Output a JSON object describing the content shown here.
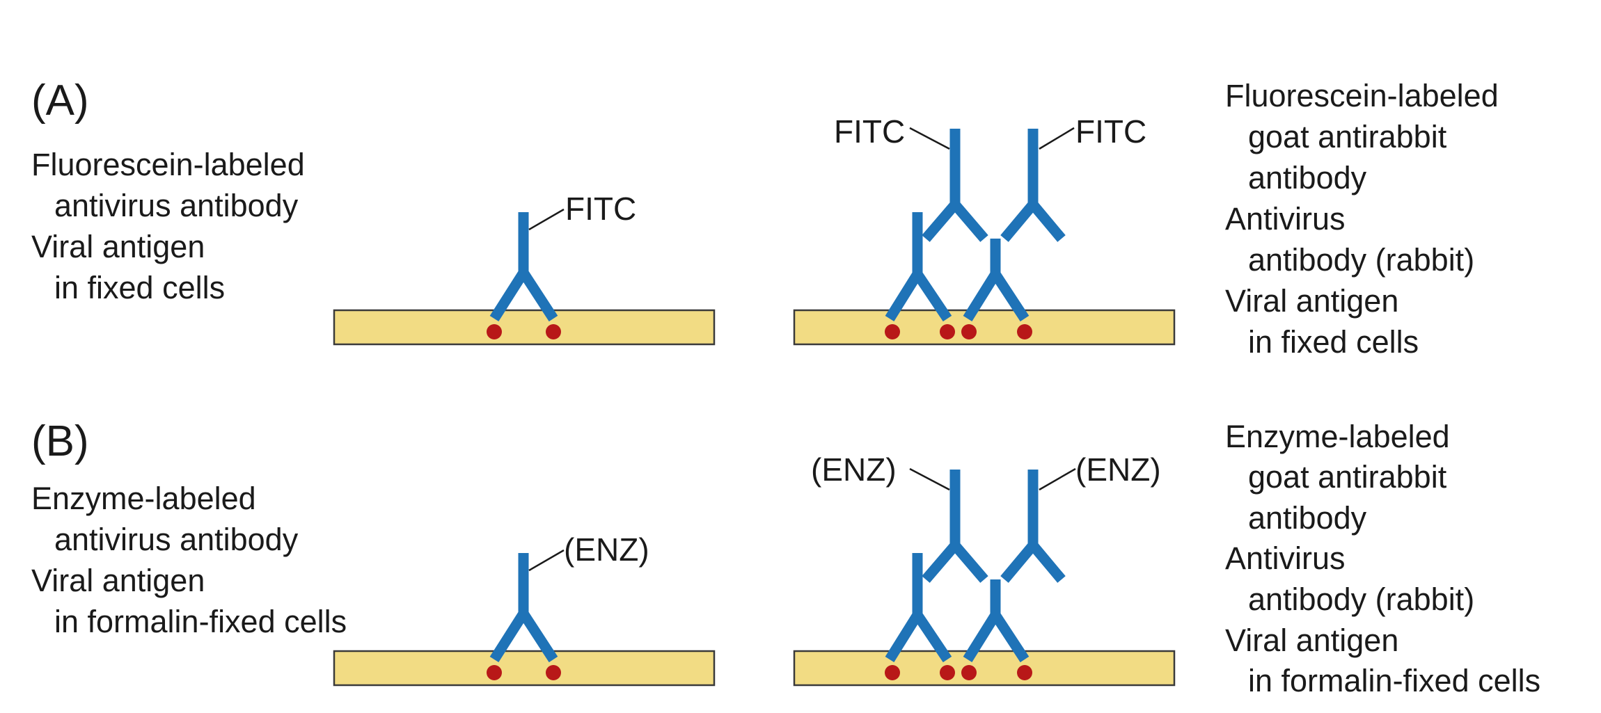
{
  "panel_a": {
    "letter": "(A)",
    "direct": {
      "labels": [
        "Fluorescein-labeled",
        "antivirus antibody",
        "Viral antigen",
        "in fixed cells"
      ],
      "tag": "FITC"
    },
    "indirect": {
      "labels": [
        "Fluorescein-labeled",
        "goat antirabbit",
        "antibody",
        "Antivirus",
        "antibody (rabbit)",
        "Viral antigen",
        "in fixed cells"
      ],
      "tag_left": "FITC",
      "tag_right": "FITC"
    }
  },
  "panel_b": {
    "letter": "(B)",
    "direct": {
      "labels": [
        "Enzyme-labeled",
        "antivirus antibody",
        "Viral antigen",
        "in formalin-fixed cells"
      ],
      "tag": "(ENZ)"
    },
    "indirect": {
      "labels": [
        "Enzyme-labeled",
        "goat antirabbit",
        "antibody",
        "Antivirus",
        "antibody (rabbit)",
        "Viral antigen",
        "in formalin-fixed cells"
      ],
      "tag_left": "(ENZ)",
      "tag_right": "(ENZ)"
    }
  },
  "colors": {
    "antibody": "#1f73b7",
    "slide": "#f2dc84",
    "antigen": "#b81818"
  }
}
